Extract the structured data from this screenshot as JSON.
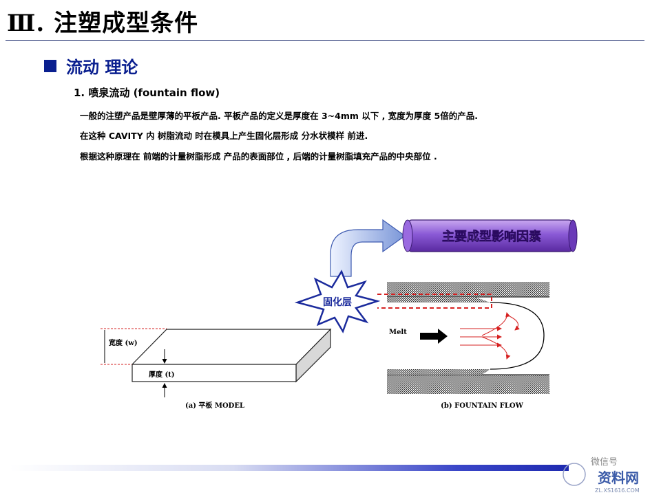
{
  "title": "Ⅲ.  注塑成型条件",
  "section": "流动  理论",
  "subheading": "1. 喷泉流动 (fountain flow)",
  "lines": [
    "一般的注塑产品是壁厚薄的平板产品. 平板产品的定义是厚度在 3~4mm 以下 , 宽度为厚度 5倍的产品.",
    "在这种 CAVITY 内 树脂流动 时在模具上产生固化层形成 分水状模样 前进.",
    "根据这种原理在 前端的计量树脂形成 产品的表面部位 , 后端的计量树脂填充产品的中央部位 ."
  ],
  "figure": {
    "scroll_label": "主要成型影响因素",
    "star_label": "固化层",
    "width_label": "宽度 (w)",
    "thickness_label": "厚度 (t)",
    "melt_label": "Melt",
    "caption_a": "(a) 平板 MODEL",
    "caption_b": "(b) FOUNTAIN FLOW"
  },
  "watermark": {
    "text1": "微信号",
    "text2": "资料网",
    "url": "ZL.XS1616.COM"
  }
}
